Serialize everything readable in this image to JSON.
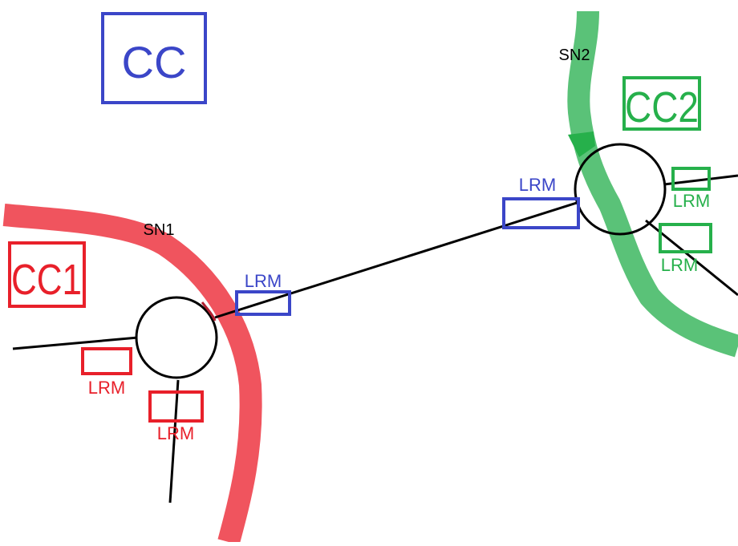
{
  "colors": {
    "blue": "#3b46c8",
    "red": "#e8202a",
    "red_band": "#f0545e",
    "green": "#26b04b",
    "green_band": "#5ac278",
    "black": "#000000"
  },
  "boxes": {
    "cc": "CC",
    "cc1": "CC1",
    "cc2": "CC2"
  },
  "nodes": {
    "sn1": "SN1",
    "sn2": "SN2"
  },
  "lrm": {
    "blue_left": "LRM",
    "blue_right": "LRM",
    "red_left": "LRM",
    "red_bottom": "LRM",
    "green_top": "LRM",
    "green_bottom": "LRM"
  }
}
